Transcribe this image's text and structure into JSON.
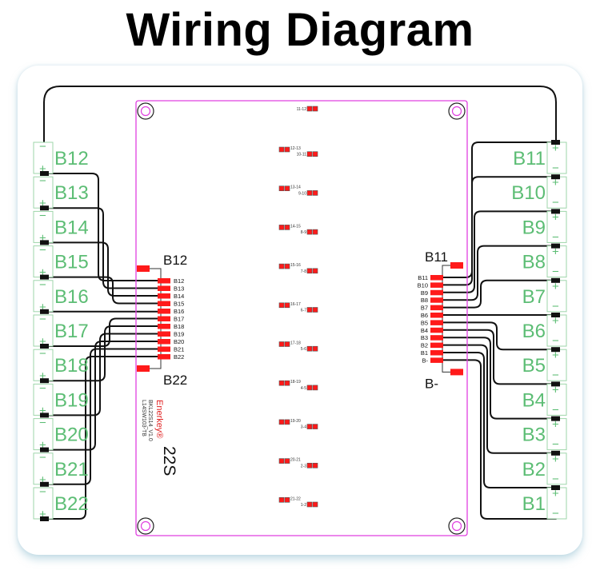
{
  "title": "Wiring Diagram",
  "colors": {
    "cell_label": "#5cbd74",
    "cell_outline": "#9ed6aa",
    "wire": "#111111",
    "board_outline": "#e040e0",
    "pad": "#ff1a1a"
  },
  "left_cells": [
    "B12",
    "B13",
    "B14",
    "B15",
    "B16",
    "B17",
    "B18",
    "B19",
    "B20",
    "B21",
    "B22"
  ],
  "right_cells": [
    "B11",
    "B10",
    "B9",
    "B8",
    "B7",
    "B6",
    "B5",
    "B4",
    "B3",
    "B2",
    "B1"
  ],
  "signs": {
    "plus": "+",
    "minus": "−"
  },
  "board": {
    "left_connector": {
      "top_label": "B12",
      "bottom_label": "B22",
      "pins": [
        "B12",
        "B13",
        "B14",
        "B15",
        "B16",
        "B17",
        "B18",
        "B19",
        "B20",
        "B21",
        "B22"
      ]
    },
    "right_connector": {
      "top_label": "B11",
      "bottom_label": "B-",
      "pins": [
        "B11",
        "B10",
        "B9",
        "B8",
        "B7",
        "B6",
        "B5",
        "B4",
        "B3",
        "B2",
        "B1",
        "B-"
      ]
    },
    "brand": "Enerkey®",
    "model": "BKL22S14_V1.0",
    "part": "L14SW103-TB",
    "series": "22S",
    "balance_pairs": [
      {
        "left": "",
        "right": "11-12"
      },
      {
        "left": "12-13",
        "right": "10-11"
      },
      {
        "left": "13-14",
        "right": "9-10"
      },
      {
        "left": "14-15",
        "right": "8-9"
      },
      {
        "left": "15-16",
        "right": "7-8"
      },
      {
        "left": "16-17",
        "right": "6-7"
      },
      {
        "left": "17-18",
        "right": "5-6"
      },
      {
        "left": "18-19",
        "right": "4-5"
      },
      {
        "left": "19-20",
        "right": "3-4"
      },
      {
        "left": "20-21",
        "right": "2-3"
      },
      {
        "left": "21-22",
        "right": "1-2"
      }
    ]
  }
}
